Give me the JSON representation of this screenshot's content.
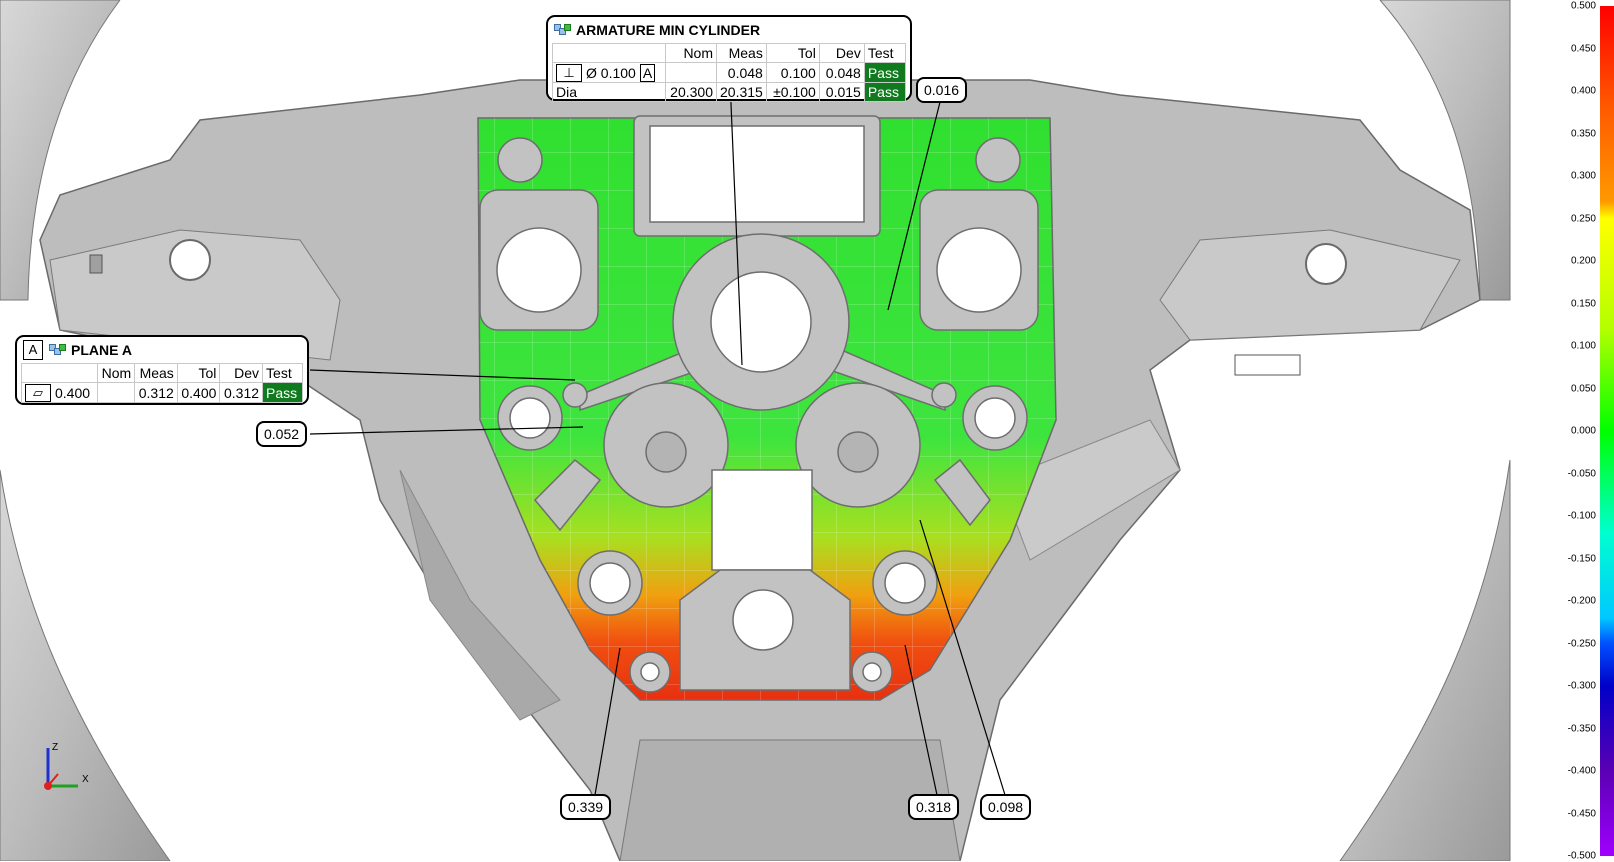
{
  "features": [
    {
      "id": "cyl",
      "title": "ARMATURE MIN CYLINDER",
      "headers": [
        "Nom",
        "Meas",
        "Tol",
        "Dev",
        "Test"
      ],
      "rows": [
        {
          "label_symbol": "⊥",
          "label_value": "Ø 0.100",
          "label_datum": "A",
          "nom": "",
          "meas": "0.048",
          "tol": "0.100",
          "dev": "0.048",
          "test": "Pass"
        },
        {
          "label": "Dia",
          "nom": "20.300",
          "meas": "20.315",
          "tol": "±0.100",
          "dev": "0.015",
          "test": "Pass"
        }
      ]
    },
    {
      "id": "plane",
      "datum": "A",
      "title": "PLANE A",
      "headers": [
        "Nom",
        "Meas",
        "Tol",
        "Dev",
        "Test"
      ],
      "rows": [
        {
          "label_symbol": "▱",
          "label_value": "0.400",
          "nom": "",
          "meas": "0.312",
          "tol": "0.400",
          "dev": "0.312",
          "test": "Pass"
        }
      ]
    }
  ],
  "callouts": [
    "0.016",
    "0.052",
    "0.339",
    "0.318",
    "0.098"
  ],
  "colorbar": {
    "ticks": [
      "0.500",
      "0.450",
      "0.400",
      "0.350",
      "0.300",
      "0.250",
      "0.200",
      "0.150",
      "0.100",
      "0.050",
      "0.000",
      "-0.050",
      "-0.100",
      "-0.150",
      "-0.200",
      "-0.250",
      "-0.300",
      "-0.350",
      "-0.400",
      "-0.450",
      "-0.500"
    ]
  },
  "triad": {
    "z": "Z",
    "x": "X"
  },
  "colors": {
    "pass": "#0f7a1e",
    "model": "#bcbcbc",
    "deviation_green": "#3ee23e",
    "deviation_red": "#f04a10"
  }
}
